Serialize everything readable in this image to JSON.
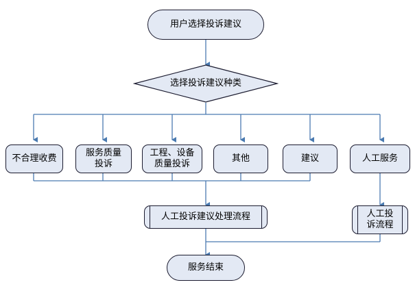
{
  "diagram": {
    "type": "flowchart",
    "title_node": {
      "label": "用户选择投诉建议",
      "shape": "terminator"
    },
    "decision": {
      "label": "选择投诉建议种类",
      "shape": "diamond"
    },
    "branches": [
      {
        "label": "不合理收费",
        "shape": "process"
      },
      {
        "label": "服务质量\n投诉",
        "line1": "服务质量",
        "line2": "投诉",
        "shape": "process"
      },
      {
        "label": "工程、设备\n质量投诉",
        "line1": "工程、设备",
        "line2": "质量投诉",
        "shape": "process"
      },
      {
        "label": "其他",
        "shape": "process"
      },
      {
        "label": "建议",
        "shape": "process"
      },
      {
        "label": "人工服务",
        "shape": "process"
      }
    ],
    "subprocess_left": {
      "label": "人工投诉建议处理流程",
      "shape": "predefined-process"
    },
    "subprocess_right": {
      "line1": "人工投",
      "line2": "诉流程",
      "shape": "predefined-process"
    },
    "end_node": {
      "label": "服务结束",
      "shape": "terminator"
    },
    "colors": {
      "node_fill": "#e3e9f4",
      "node_border": "#1a1a2e",
      "connector": "#4a7ab0",
      "canvas_background": "#ffffff"
    }
  }
}
